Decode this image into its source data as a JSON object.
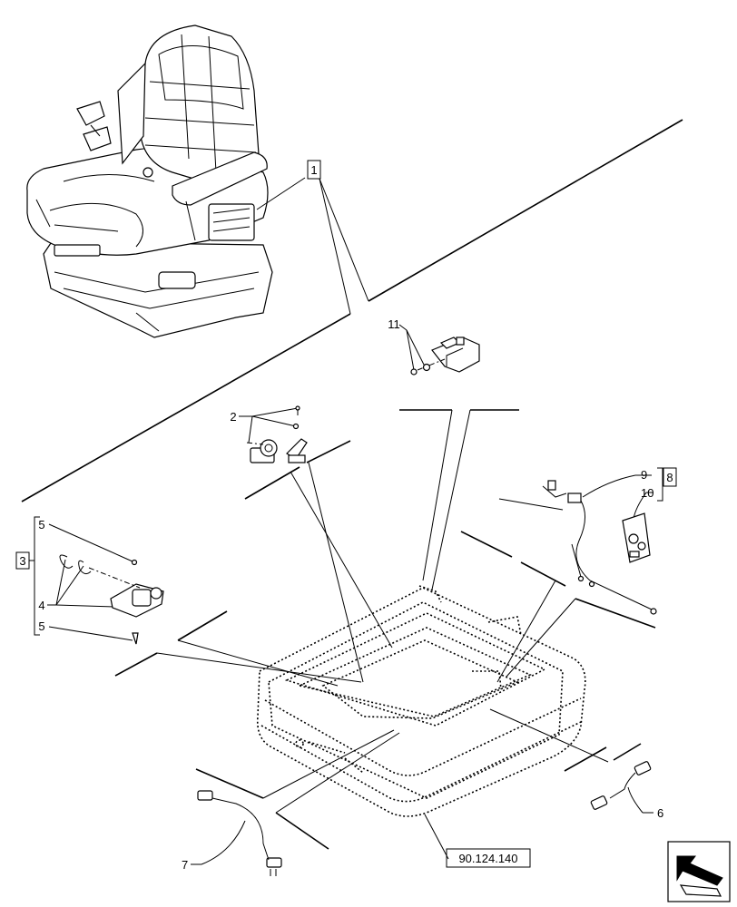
{
  "callouts": {
    "c1": "1",
    "c2": "2",
    "c3": "3",
    "c4": "4",
    "c5a": "5",
    "c5b": "5",
    "c6": "6",
    "c7": "7",
    "c8": "8",
    "c9": "9",
    "c10": "10",
    "c11": "11"
  },
  "reference": "90.124.140",
  "icons": {
    "nav": "next-page-arrow-icon"
  }
}
